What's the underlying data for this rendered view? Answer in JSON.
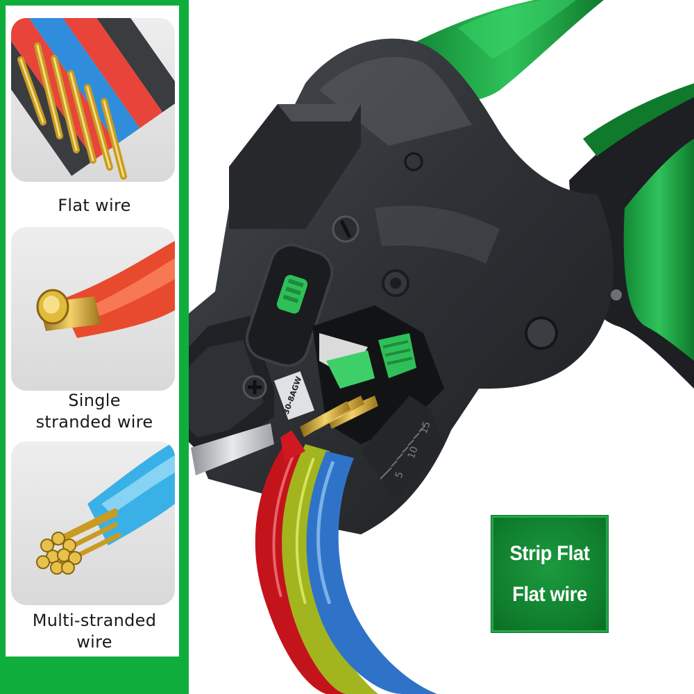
{
  "cards": [
    {
      "caption": "Flat wire"
    },
    {
      "caption": "Single\nstranded wire"
    },
    {
      "caption": "Multi-stranded\nwire"
    }
  ],
  "tool": {
    "gauge_label": "30-8AGW",
    "scale_marks": [
      "5",
      "10",
      "15"
    ]
  },
  "badge": {
    "line1": "Strip Flat",
    "line2": "Flat wire"
  },
  "colors": {
    "brand_green": "#0fae3c",
    "badge_green": "#0f7d2c",
    "tool_body": "#2b2d30"
  }
}
